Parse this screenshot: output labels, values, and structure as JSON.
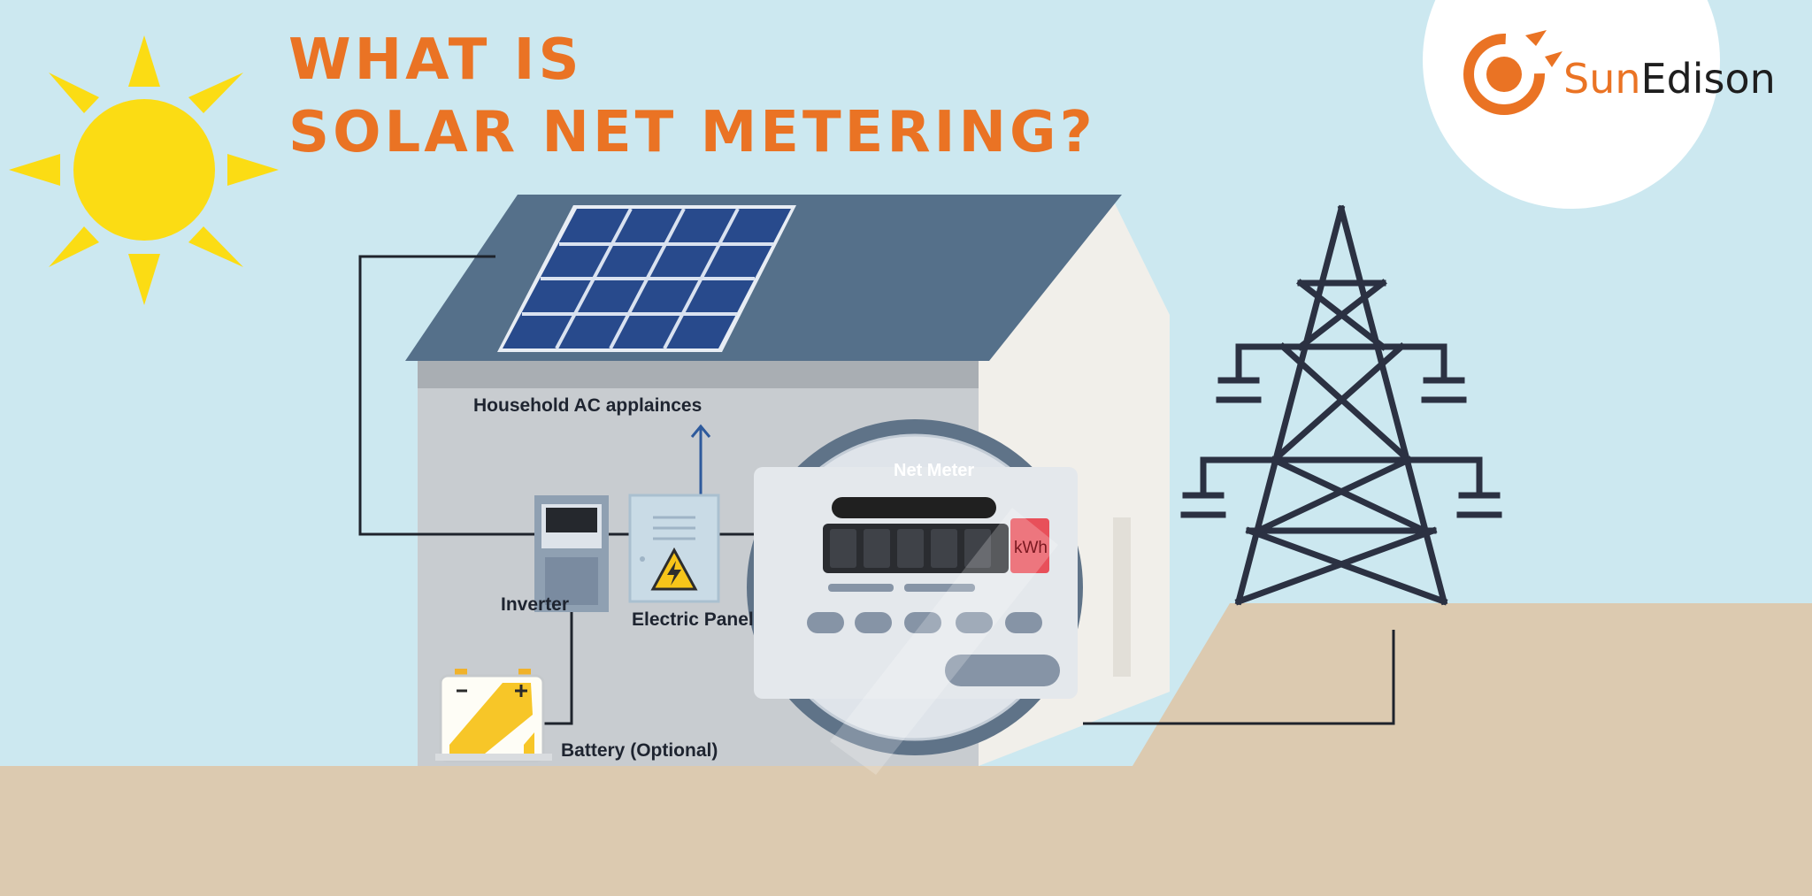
{
  "heading": {
    "line1": "WHAT IS",
    "line2": "SOLAR NET METERING?"
  },
  "brand": {
    "part1": "Sun",
    "part2": "Edison"
  },
  "labels": {
    "appliances": "Household AC applainces",
    "inverter": "Inverter",
    "panel": "Electric Panel",
    "battery": "Battery (Optional)",
    "meter": "Net Meter",
    "kwh": "kWh"
  },
  "colors": {
    "sky": "#cce8f0",
    "ground": "#dccab0",
    "accent": "#ea7324",
    "sun": "#fbdc14",
    "roof": "#55708a",
    "solar_panel": "#284a8c",
    "meter_face": "#5f7388",
    "tower": "#2b3142"
  },
  "icons": [
    "sun-icon",
    "solar-panel-icon",
    "inverter-icon",
    "electric-panel-icon",
    "warning-icon",
    "battery-icon",
    "net-meter-icon",
    "power-tower-icon",
    "arrow-up-icon",
    "sunedison-logo-icon"
  ]
}
